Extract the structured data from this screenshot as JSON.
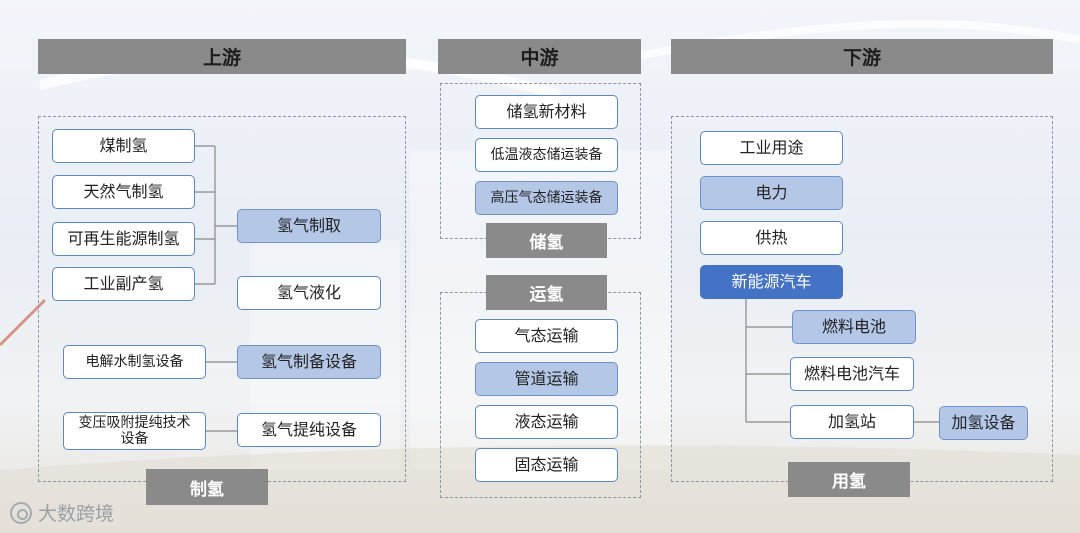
{
  "upstream": {
    "header": "上游",
    "sources": [
      "煤制氢",
      "天然气制氢",
      "可再生能源制氢",
      "工业副产氢"
    ],
    "production": "氢气制取",
    "liquefaction": "氢气液化",
    "electrolysis": "电解水制氢设备",
    "equipment": "氢气制备设备",
    "psa": "变压吸附提纯技术设备",
    "purification": "氢气提纯设备",
    "tag": "制氢"
  },
  "midstream": {
    "header": "中游",
    "storage_items": [
      "储氢新材料",
      "低温液态储运装备",
      "高压气态储运装备"
    ],
    "storage_tag": "储氢",
    "transport_tag": "运氢",
    "transport_items": [
      "气态运输",
      "管道运输",
      "液态运输",
      "固态运输"
    ]
  },
  "downstream": {
    "header": "下游",
    "uses": [
      "工业用途",
      "电力",
      "供热",
      "新能源汽车"
    ],
    "vehicle_items": [
      "燃料电池",
      "燃料电池汽车",
      "加氢站"
    ],
    "station_equipment": "加氢设备",
    "tag": "用氢"
  },
  "brand": {
    "name": "大数跨境"
  }
}
